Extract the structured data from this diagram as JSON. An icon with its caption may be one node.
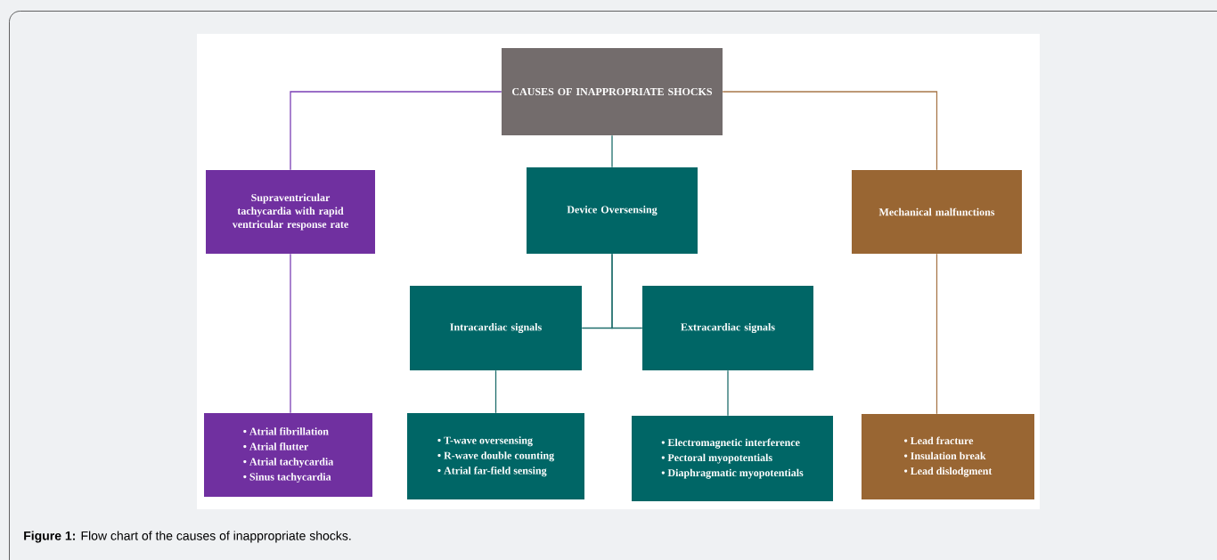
{
  "diagram": {
    "caption": "**Figure 1:** Flow chart of the causes of inappropriate shocks.",
    "nodes": [
      {
        "text": [
          "CAUSES OF INAPPROPRIATE SHOCKS"
        ]
      },
      {
        "text": [
          "Supraventricular tachycardia with rapid ventricular response rate"
        ]
      },
      {
        "text": [
          "Device Oversensing"
        ]
      },
      {
        "text": [
          "Mechanical malfunctions"
        ]
      },
      {
        "text": [
          "Intracardiac signals"
        ]
      },
      {
        "text": [
          "Extracardiac signals"
        ]
      },
      {
        "text": [
          "• Atrial fibrillation",
          "• Atrial flutter",
          "• Atrial tachycardia",
          "• Sinus tachycardia"
        ]
      },
      {
        "text": [
          "• T-wave oversensing",
          "• R-wave double counting",
          "• Atrial far-field sensing"
        ]
      },
      {
        "text": [
          "• Electromagnetic interference",
          "• Pectoral myopotentials",
          "• Diaphragmatic myopotentials"
        ]
      },
      {
        "text": [
          "• Lead fracture",
          "• Insulation break",
          "• Lead dislodgment"
        ]
      }
    ],
    "edges": [
      {
        "from": 0,
        "to": 1,
        "arrow": "none",
        "color": "#7b3fb5"
      },
      {
        "from": 0,
        "to": 2,
        "arrow": "none"
      },
      {
        "from": 0,
        "to": 3,
        "arrow": "none",
        "color": "#a8784a"
      },
      {
        "from": 1,
        "to": 6,
        "arrow": "none",
        "color": "#7b3fb5"
      },
      {
        "from": 2,
        "to": 4,
        "arrow": "none"
      },
      {
        "from": 2,
        "to": 5,
        "arrow": "none"
      },
      {
        "from": 3,
        "to": 9,
        "arrow": "none",
        "color": "#a8784a"
      },
      {
        "from": 4,
        "to": 7,
        "arrow": "none"
      },
      {
        "from": 5,
        "to": 8,
        "arrow": "none"
      }
    ]
  }
}
